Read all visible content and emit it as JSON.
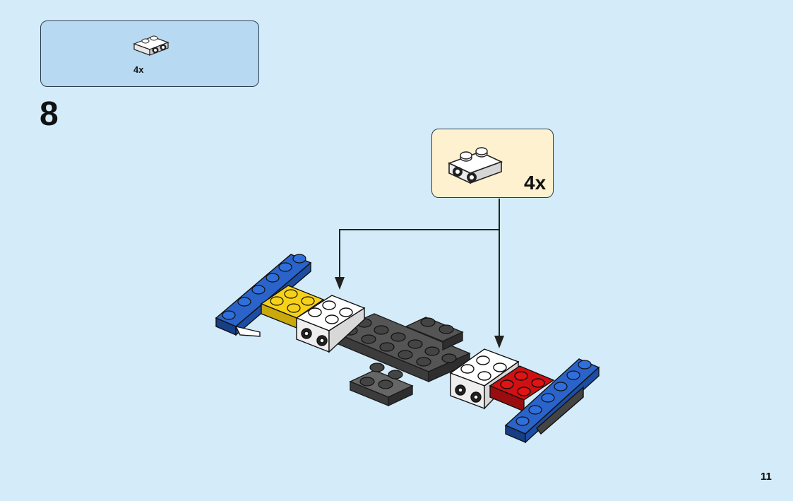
{
  "parts_list": {
    "quantity": "4x",
    "part_icon": "bracket-plate-icon",
    "part_color": "#ffffff"
  },
  "step": {
    "number": "8"
  },
  "callout": {
    "quantity": "4x",
    "part_icon": "bracket-plate-icon",
    "background": "#fdf1cf"
  },
  "page": {
    "number": "11"
  },
  "colors": {
    "page_background": "#d4ecfa",
    "parts_box_background": "#b7d9f2",
    "blue": "#1f5fbf",
    "yellow": "#f7d117",
    "red": "#d01012",
    "dark_gray": "#4a4a4a",
    "white": "#ffffff"
  }
}
